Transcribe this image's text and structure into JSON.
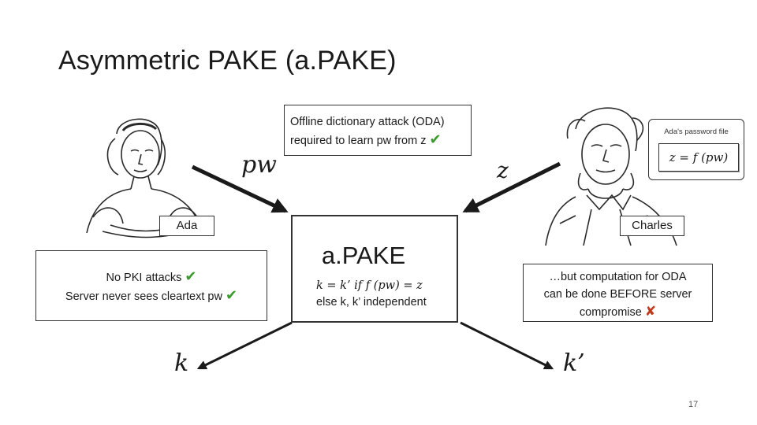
{
  "slide": {
    "title": "Asymmetric PAKE (a.PAKE)",
    "page_number": "17"
  },
  "oda_box": {
    "line1": "Offline dictionary attack (ODA)",
    "line2": "required to learn pw from z",
    "mark": "✔"
  },
  "ada": {
    "label": "Ada",
    "props_line1": "No PKI attacks",
    "props_line2": "Server never sees cleartext pw",
    "mark": "✔"
  },
  "charles": {
    "label": "Charles",
    "file_caption": "Ada's password file",
    "file_formula": "z = f (pw)"
  },
  "apake": {
    "title": "a.PAKE",
    "rule_line1": "k = k’ if f (pw) = z",
    "rule_line2": "else k, k’ independent"
  },
  "server_box": {
    "line1": "…but computation for ODA",
    "line2": "can be done BEFORE server",
    "line3": "compromise",
    "mark": "✘"
  },
  "symbols": {
    "pw": "pw",
    "z": "z",
    "k": "k",
    "k_prime": "k’"
  }
}
